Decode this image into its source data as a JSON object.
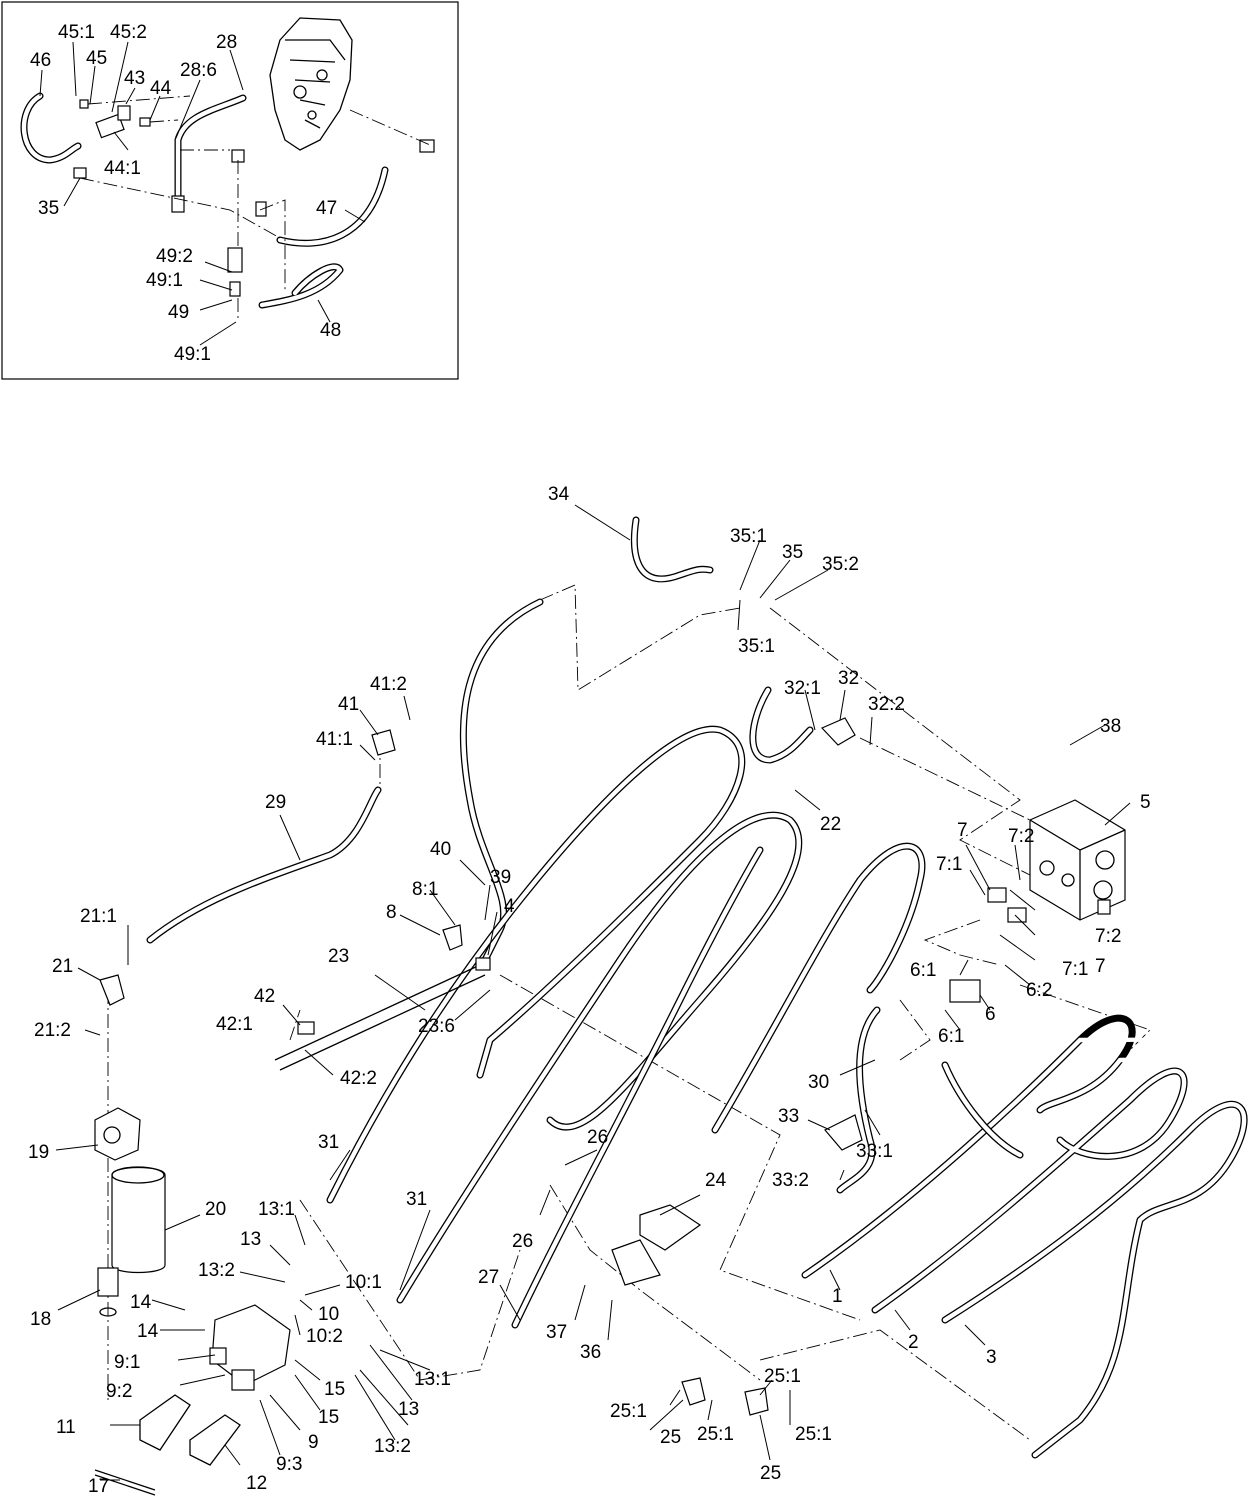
{
  "inset_labels": [
    "45:1",
    "45",
    "45:2",
    "46",
    "43",
    "44",
    "28",
    "28:6",
    "44:1",
    "35",
    "47",
    "49:2",
    "49:1",
    "49",
    "49:1",
    "48"
  ],
  "main_labels": [
    "34",
    "35:1",
    "35",
    "35:2",
    "35:1",
    "41:2",
    "41",
    "41:1",
    "32:1",
    "32",
    "32:2",
    "38",
    "5",
    "22",
    "29",
    "40",
    "39",
    "8:1",
    "8",
    "4",
    "7",
    "7:2",
    "7:1",
    "7:2",
    "7",
    "7:1",
    "21:1",
    "21",
    "23",
    "6:1",
    "6:2",
    "6",
    "6:1",
    "42",
    "42:1",
    "23:6",
    "42:2",
    "21:2",
    "30",
    "33",
    "33:1",
    "31",
    "26",
    "33:2",
    "19",
    "24",
    "26",
    "20",
    "31",
    "13:1",
    "13",
    "27",
    "13:2",
    "10:1",
    "1",
    "2",
    "3",
    "14",
    "10",
    "37",
    "14",
    "10:2",
    "36",
    "25:1",
    "13:1",
    "9:1",
    "15",
    "25:1",
    "9:2",
    "15",
    "13",
    "18",
    "11",
    "9",
    "25",
    "25:1",
    "25:1",
    "13:2",
    "12",
    "9:3",
    "17",
    "25"
  ]
}
